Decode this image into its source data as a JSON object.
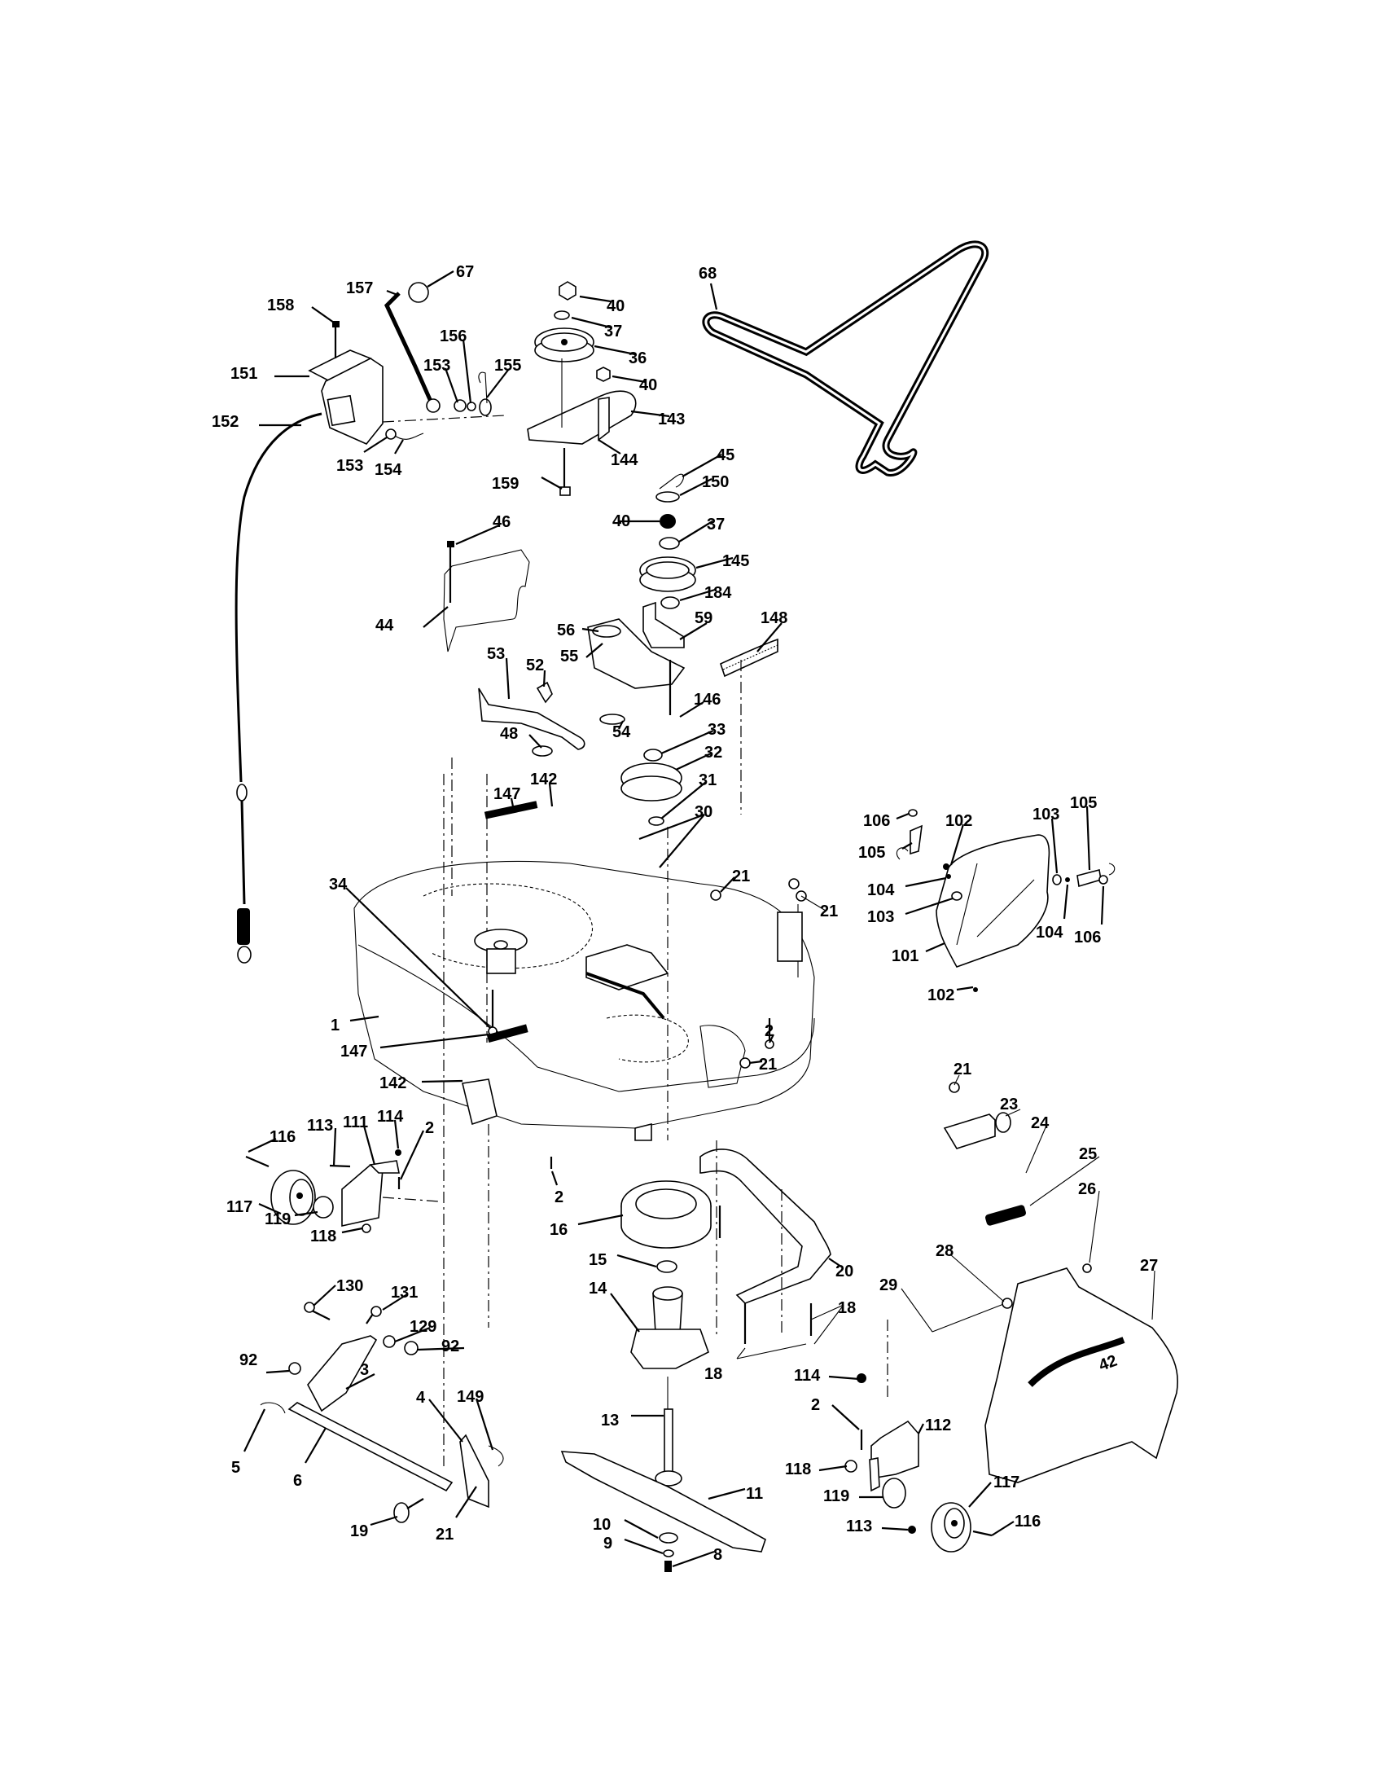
{
  "diagram": {
    "title": "Mower Deck Parts Diagram",
    "deck_size_badge": "42",
    "callouts": [
      {
        "id": "c67",
        "label": "67",
        "part": "knob"
      },
      {
        "id": "c157",
        "label": "157",
        "part": "lift-handle"
      },
      {
        "id": "c158",
        "label": "158",
        "part": "bolt"
      },
      {
        "id": "c156",
        "label": "156",
        "part": "washer"
      },
      {
        "id": "c153a",
        "label": "153",
        "part": "washer"
      },
      {
        "id": "c155",
        "label": "155",
        "part": "spring-clip"
      },
      {
        "id": "c151",
        "label": "151",
        "part": "bracket"
      },
      {
        "id": "c152",
        "label": "152",
        "part": "cable"
      },
      {
        "id": "c153b",
        "label": "153",
        "part": "washer"
      },
      {
        "id": "c154",
        "label": "154",
        "part": "cotter-pin"
      },
      {
        "id": "c40a",
        "label": "40",
        "part": "nut"
      },
      {
        "id": "c37a",
        "label": "37",
        "part": "washer"
      },
      {
        "id": "c36",
        "label": "36",
        "part": "idler-pulley"
      },
      {
        "id": "c40b",
        "label": "40",
        "part": "nut"
      },
      {
        "id": "c143",
        "label": "143",
        "part": "idler-bracket"
      },
      {
        "id": "c144",
        "label": "144",
        "part": "belt-guide"
      },
      {
        "id": "c159",
        "label": "159",
        "part": "bolt"
      },
      {
        "id": "c68",
        "label": "68",
        "part": "v-belt"
      },
      {
        "id": "c45",
        "label": "45",
        "part": "hairpin-clip"
      },
      {
        "id": "c150",
        "label": "150",
        "part": "washer"
      },
      {
        "id": "c40c",
        "label": "40",
        "part": "nut"
      },
      {
        "id": "c37b",
        "label": "37",
        "part": "washer"
      },
      {
        "id": "c145",
        "label": "145",
        "part": "idler-pulley"
      },
      {
        "id": "c184",
        "label": "184",
        "part": "washer"
      },
      {
        "id": "c59",
        "label": "59",
        "part": "bracket"
      },
      {
        "id": "c148",
        "label": "148",
        "part": "spring"
      },
      {
        "id": "c46",
        "label": "46",
        "part": "bolt"
      },
      {
        "id": "c44",
        "label": "44",
        "part": "belt-cover"
      },
      {
        "id": "c56",
        "label": "56",
        "part": "washer"
      },
      {
        "id": "c55",
        "label": "55",
        "part": "idler-arm"
      },
      {
        "id": "c53",
        "label": "53",
        "part": "link"
      },
      {
        "id": "c52",
        "label": "52",
        "part": "bushing"
      },
      {
        "id": "c48",
        "label": "48",
        "part": "washer"
      },
      {
        "id": "c54",
        "label": "54",
        "part": "washer"
      },
      {
        "id": "c146",
        "label": "146",
        "part": "bolt"
      },
      {
        "id": "c33",
        "label": "33",
        "part": "nut"
      },
      {
        "id": "c32",
        "label": "32",
        "part": "pulley"
      },
      {
        "id": "c31",
        "label": "31",
        "part": "washer"
      },
      {
        "id": "c30",
        "label": "30",
        "part": "screws"
      },
      {
        "id": "c147a",
        "label": "147",
        "part": "spring"
      },
      {
        "id": "c142a",
        "label": "142",
        "part": "link"
      },
      {
        "id": "c106a",
        "label": "106",
        "part": "washer"
      },
      {
        "id": "c102a",
        "label": "102",
        "part": "rivet"
      },
      {
        "id": "c103a",
        "label": "103",
        "part": "washer"
      },
      {
        "id": "c105a",
        "label": "105",
        "part": "hinge-rod"
      },
      {
        "id": "c105b",
        "label": "105",
        "part": "hinge-rod"
      },
      {
        "id": "c104a",
        "label": "104",
        "part": "nut"
      },
      {
        "id": "c103b",
        "label": "103",
        "part": "washer"
      },
      {
        "id": "c104b",
        "label": "104",
        "part": "nut"
      },
      {
        "id": "c106b",
        "label": "106",
        "part": "washer"
      },
      {
        "id": "c101",
        "label": "101",
        "part": "discharge-chute"
      },
      {
        "id": "c102b",
        "label": "102",
        "part": "rivet"
      },
      {
        "id": "c34",
        "label": "34",
        "part": "bolt"
      },
      {
        "id": "c21a",
        "label": "21",
        "part": "nut"
      },
      {
        "id": "c21b",
        "label": "21",
        "part": "nut"
      },
      {
        "id": "c1",
        "label": "1",
        "part": "deck-housing"
      },
      {
        "id": "c147b",
        "label": "147",
        "part": "spring"
      },
      {
        "id": "c2a",
        "label": "2",
        "part": "bolt"
      },
      {
        "id": "c21c",
        "label": "21",
        "part": "nut"
      },
      {
        "id": "c142b",
        "label": "142",
        "part": "link"
      },
      {
        "id": "c116a",
        "label": "116",
        "part": "bolt"
      },
      {
        "id": "c113a",
        "label": "113",
        "part": "bolt"
      },
      {
        "id": "c111",
        "label": "111",
        "part": "wheel-bracket-left"
      },
      {
        "id": "c114a",
        "label": "114",
        "part": "nut"
      },
      {
        "id": "c2b",
        "label": "2",
        "part": "bolt"
      },
      {
        "id": "c117a",
        "label": "117",
        "part": "gauge-wheel"
      },
      {
        "id": "c119a",
        "label": "119",
        "part": "washer"
      },
      {
        "id": "c118a",
        "label": "118",
        "part": "nut"
      },
      {
        "id": "c2c",
        "label": "2",
        "part": "bolt"
      },
      {
        "id": "c16",
        "label": "16",
        "part": "spindle-cover"
      },
      {
        "id": "c15",
        "label": "15",
        "part": "bearing"
      },
      {
        "id": "c14",
        "label": "14",
        "part": "spindle-housing"
      },
      {
        "id": "c13",
        "label": "13",
        "part": "spindle-shaft"
      },
      {
        "id": "c11",
        "label": "11",
        "part": "blade"
      },
      {
        "id": "c10",
        "label": "10",
        "part": "washer"
      },
      {
        "id": "c9",
        "label": "9",
        "part": "lock-washer"
      },
      {
        "id": "c8",
        "label": "8",
        "part": "bolt"
      },
      {
        "id": "c20",
        "label": "20",
        "part": "baffle"
      },
      {
        "id": "c18a",
        "label": "18",
        "part": "bolts"
      },
      {
        "id": "c18b",
        "label": "18",
        "part": "bolts"
      },
      {
        "id": "c21d",
        "label": "21",
        "part": "nut"
      },
      {
        "id": "c23",
        "label": "23",
        "part": "hinge-bracket"
      },
      {
        "id": "c24",
        "label": "24",
        "part": "pin"
      },
      {
        "id": "c25",
        "label": "25",
        "part": "spring"
      },
      {
        "id": "c26",
        "label": "26",
        "part": "washer"
      },
      {
        "id": "c28",
        "label": "28",
        "part": "washer"
      },
      {
        "id": "c27",
        "label": "27",
        "part": "deflector"
      },
      {
        "id": "c29",
        "label": "29",
        "part": "rod"
      },
      {
        "id": "c130",
        "label": "130",
        "part": "bolt"
      },
      {
        "id": "c131",
        "label": "131",
        "part": "bolt"
      },
      {
        "id": "c129",
        "label": "129",
        "part": "washer"
      },
      {
        "id": "c92a",
        "label": "92",
        "part": "nut"
      },
      {
        "id": "c92b",
        "label": "92",
        "part": "nut"
      },
      {
        "id": "c3",
        "label": "3",
        "part": "bracket"
      },
      {
        "id": "c4",
        "label": "4",
        "part": "bracket"
      },
      {
        "id": "c149",
        "label": "149",
        "part": "clip"
      },
      {
        "id": "c5",
        "label": "5",
        "part": "hairpin"
      },
      {
        "id": "c6",
        "label": "6",
        "part": "link-bar"
      },
      {
        "id": "c19",
        "label": "19",
        "part": "bolt"
      },
      {
        "id": "c21e",
        "label": "21",
        "part": "nut"
      },
      {
        "id": "c114b",
        "label": "114",
        "part": "nut"
      },
      {
        "id": "c2d",
        "label": "2",
        "part": "bolt"
      },
      {
        "id": "c112",
        "label": "112",
        "part": "wheel-bracket-right"
      },
      {
        "id": "c118b",
        "label": "118",
        "part": "nut"
      },
      {
        "id": "c119b",
        "label": "119",
        "part": "washer"
      },
      {
        "id": "c117b",
        "label": "117",
        "part": "gauge-wheel"
      },
      {
        "id": "c113b",
        "label": "113",
        "part": "bolt"
      },
      {
        "id": "c116b",
        "label": "116",
        "part": "bolt"
      }
    ]
  }
}
